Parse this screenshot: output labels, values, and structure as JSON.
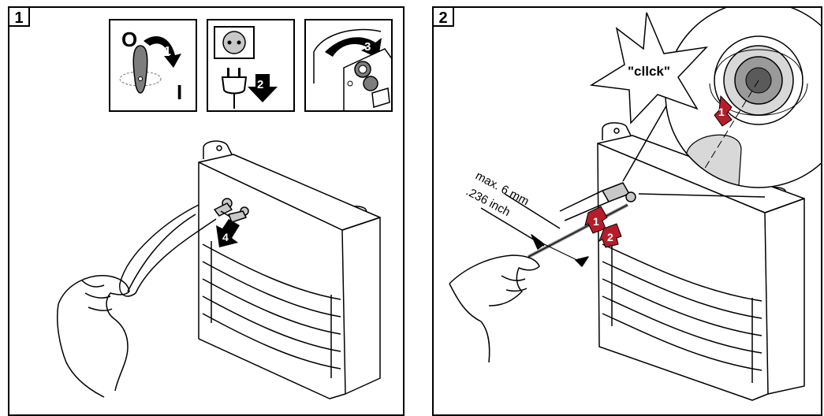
{
  "panels": [
    {
      "number": "1",
      "icon_steps": [
        "1",
        "2",
        "3"
      ],
      "switch_labels": {
        "off": "O",
        "on": "I"
      },
      "main_step": "4"
    },
    {
      "number": "2",
      "steps": [
        "1",
        "2"
      ],
      "zoom_step": "1",
      "click_text": "\"cllck\"",
      "measure_line1": "max. 6 mm",
      "measure_line2": ".236 inch"
    }
  ],
  "colors": {
    "line": "#000000",
    "marker_red": "#b51d2a",
    "knob_gray": "#7d7d7d",
    "socket_gray": "#c8c8c8",
    "zoom_gray": "#9a9a9a"
  }
}
